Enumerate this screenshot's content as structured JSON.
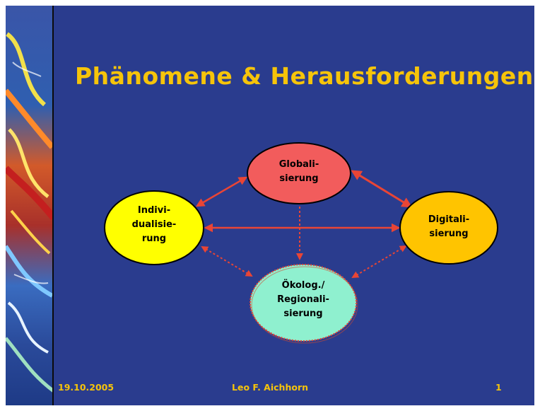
{
  "slide": {
    "title": "Phänomene & Herausforderungen",
    "colors": {
      "background": "#2a3c8e",
      "title": "#f6c40a",
      "footer": "#f6c40a",
      "arrow": "#e94535",
      "globalisierung": "#f25c5c",
      "individualisierung": "#ffff00",
      "digitalisierung": "#ffc400",
      "regionalisierung": "#8ff0cf"
    }
  },
  "nodes": {
    "globalisierung": "Globali-\nsierung",
    "individualisierung": "Indivi-\ndualisie-\nrung",
    "digitalisierung": "Digitali-\nsierung",
    "regionalisierung": "Ökolog./\nRegionali-\nsierung"
  },
  "footer": {
    "date": "19.10.2005",
    "author": "Leo F. Aichhorn",
    "page": "1"
  }
}
